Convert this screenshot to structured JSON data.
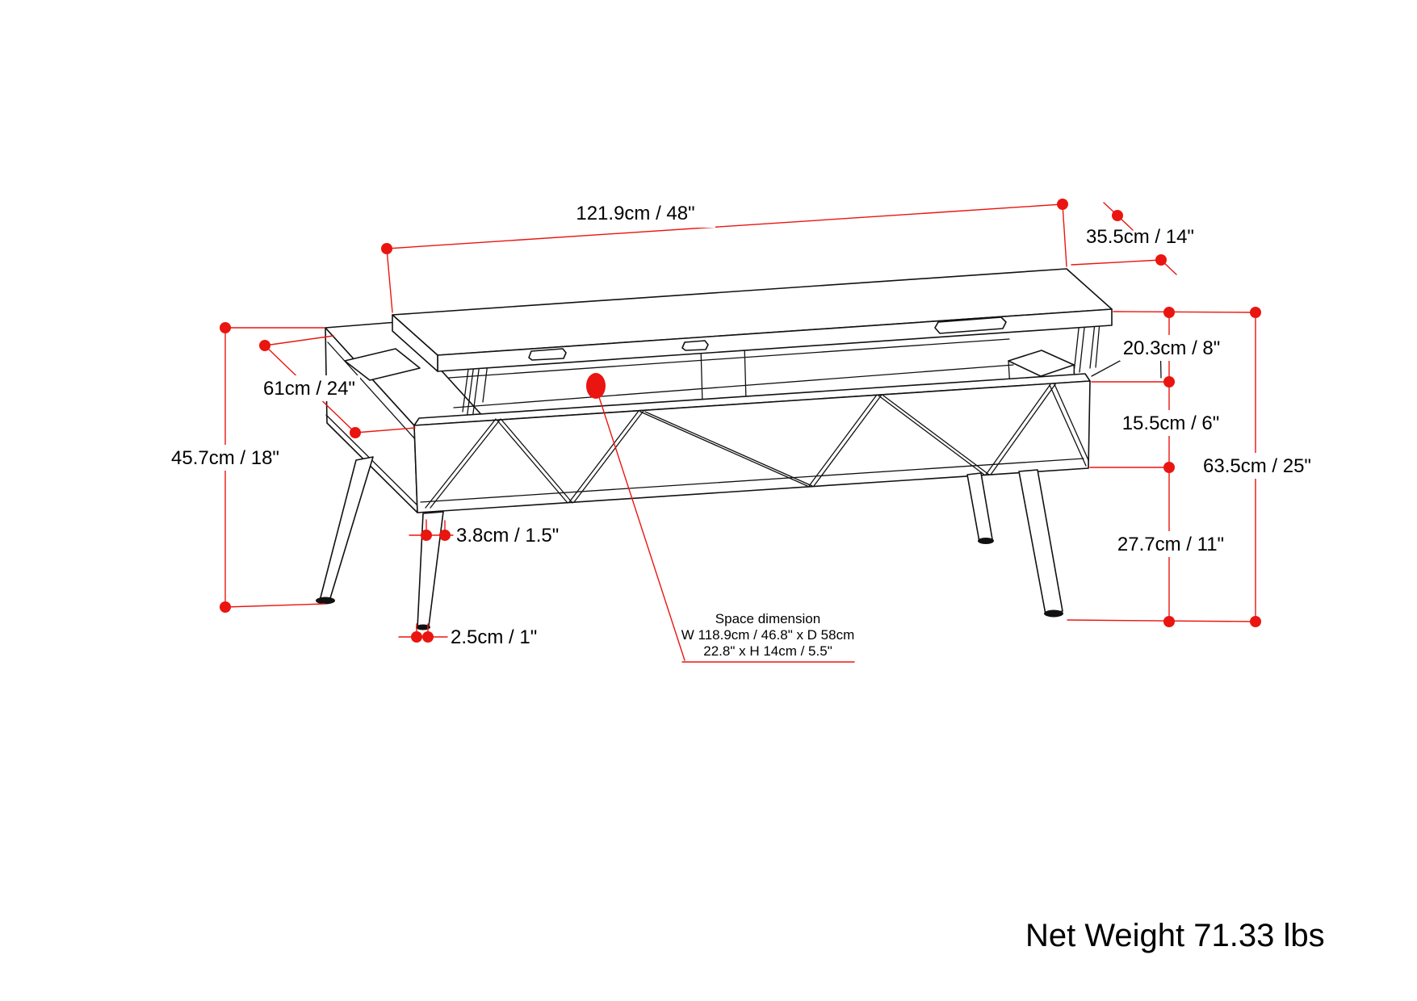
{
  "colors": {
    "dimension_red": "#ea1510",
    "line_black": "#111111"
  },
  "dimensions": {
    "top_length": "121.9cm / 48\"",
    "top_depth": "35.5cm / 14\"",
    "left_depth": "61cm / 24\"",
    "left_height": "45.7cm / 18\"",
    "lift_height": "20.3cm / 8\"",
    "cabinet_height": "15.5cm / 6\"",
    "overall_height": "63.5cm / 25\"",
    "leg_height": "27.7cm / 11\"",
    "leg_top_width": "3.8cm / 1.5\"",
    "leg_foot_width": "2.5cm / 1\""
  },
  "space_dimension": {
    "title": "Space dimension",
    "line1": "W 118.9cm / 46.8\" x D 58cm",
    "line2": "22.8\" x H 14cm / 5.5\""
  },
  "net_weight": "Net Weight 71.33 lbs"
}
